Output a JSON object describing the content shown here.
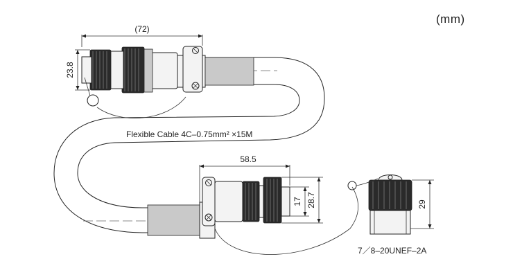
{
  "unit_label": "(mm)",
  "cable_label": "Flexible Cable  4C–0.75mm² ×15M",
  "thread_label": "7／8–20UNEF–2A",
  "dims": {
    "left_length": "(72)",
    "left_diameter": "23.8",
    "right_length": "58.5",
    "right_inner_diameter": "17",
    "right_outer_diameter": "28.7",
    "cap_diameter": "29"
  }
}
